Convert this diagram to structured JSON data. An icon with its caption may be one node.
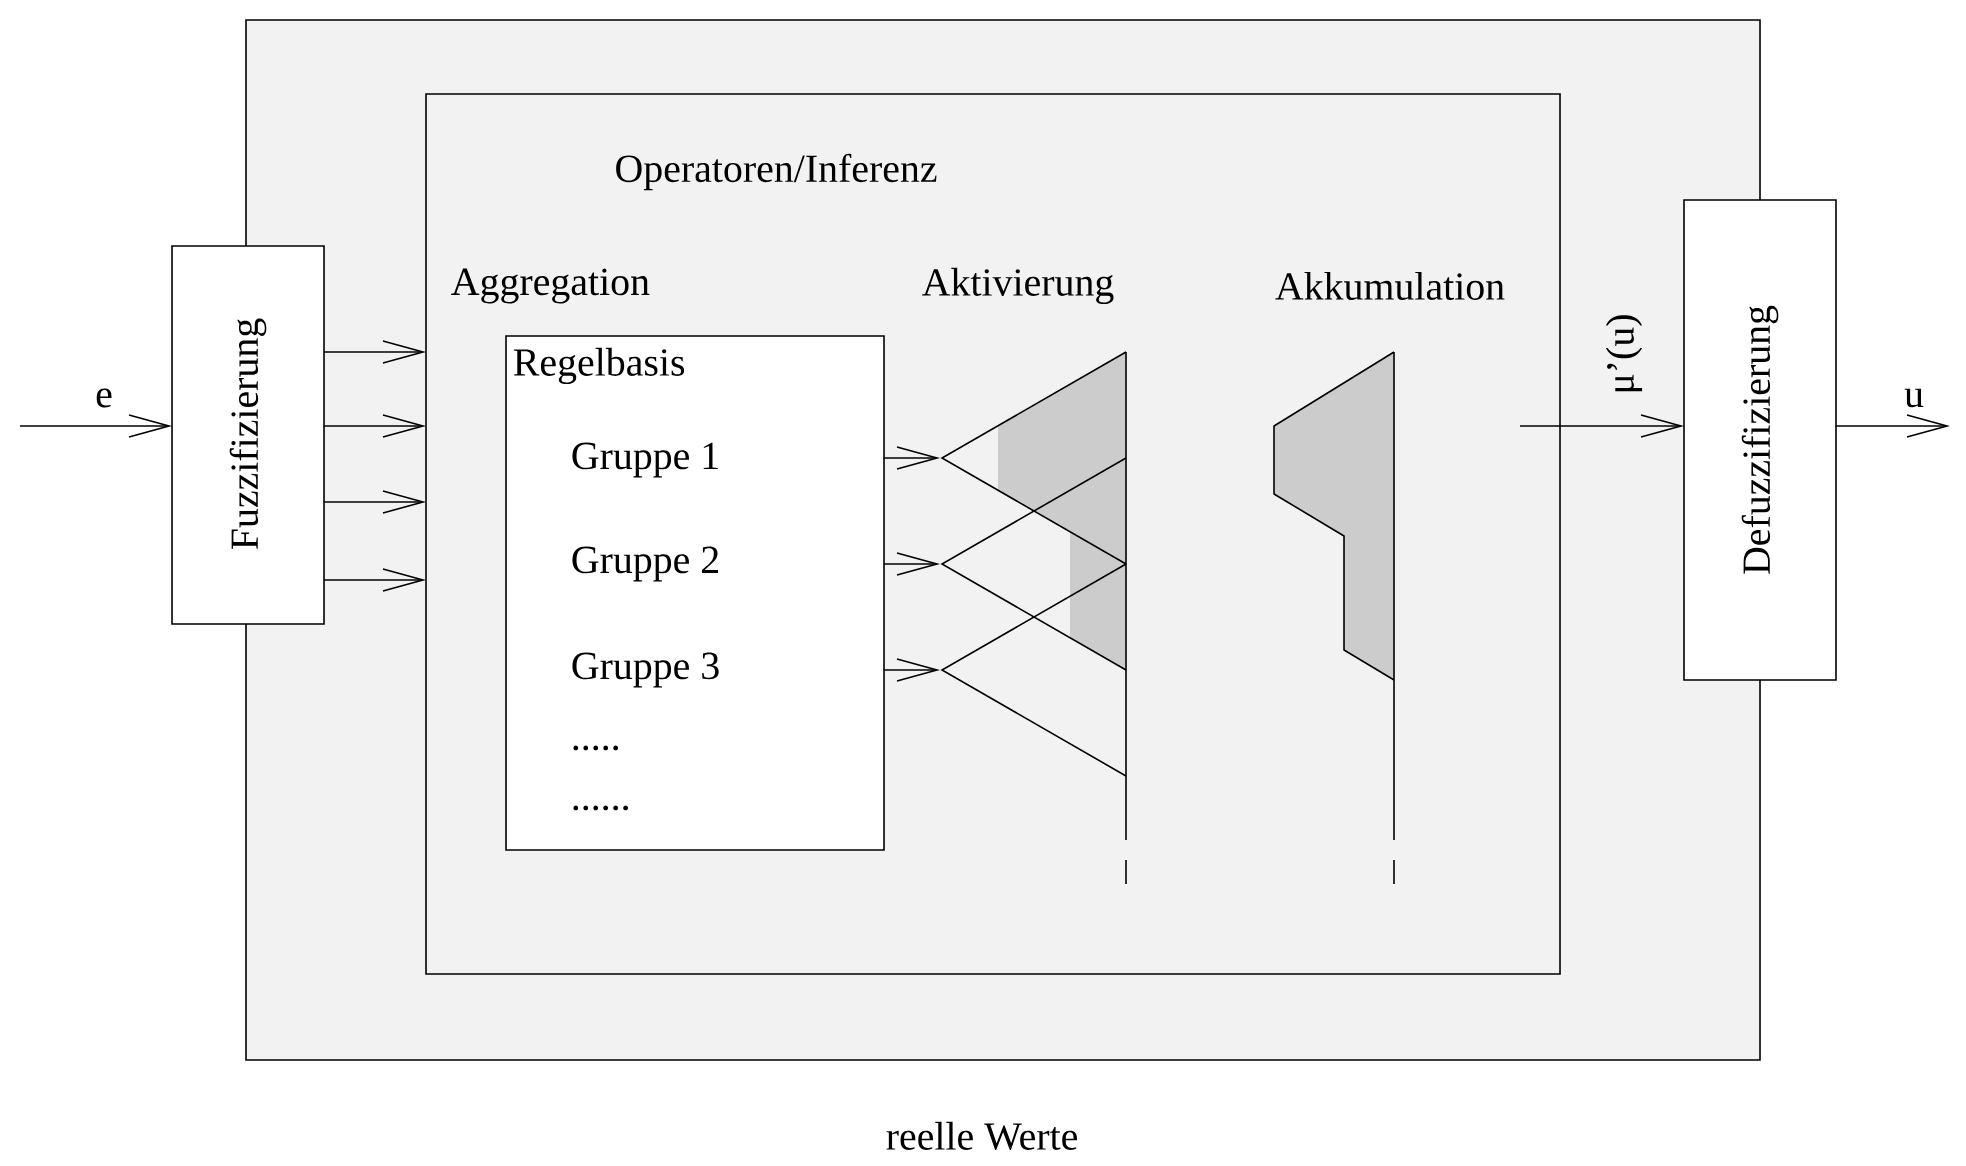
{
  "diagram": {
    "nodes": [
      {
        "text": [],
        "shape": "box",
        "beside": [
          "reelle Werte"
        ]
      },
      {
        "text": [
          "Fuzzifizierung"
        ]
      },
      {
        "text": [
          "Operatoren/Inferenz"
        ],
        "in": 0
      },
      {
        "text": [
          "Aggregation",
          "Regelbasis",
          "Gruppe 1",
          "Gruppe 2",
          "Gruppe 3",
          ".....",
          "......"
        ],
        "in": 2
      },
      {
        "text": [
          "Aktivierung"
        ],
        "in": 2
      },
      {
        "text": [
          "Akkumulation"
        ],
        "in": 2
      },
      {
        "text": [
          "Defuzzifizierung"
        ]
      }
    ],
    "edges": [
      {
        "from": null,
        "to": 1,
        "arrow": "to",
        "label": "e"
      },
      {
        "from": 1,
        "to": 2,
        "arrow": "to"
      },
      {
        "from": 1,
        "to": 2,
        "arrow": "to"
      },
      {
        "from": 1,
        "to": 2,
        "arrow": "to"
      },
      {
        "from": 1,
        "to": 2,
        "arrow": "to"
      },
      {
        "from": 3,
        "to": 4,
        "arrow": "to"
      },
      {
        "from": 3,
        "to": 4,
        "arrow": "to"
      },
      {
        "from": 3,
        "to": 4,
        "arrow": "to"
      },
      {
        "from": 2,
        "to": 6,
        "arrow": "to",
        "label": "μ’(u)"
      },
      {
        "from": 6,
        "to": null,
        "arrow": "to",
        "label": "u"
      }
    ]
  }
}
